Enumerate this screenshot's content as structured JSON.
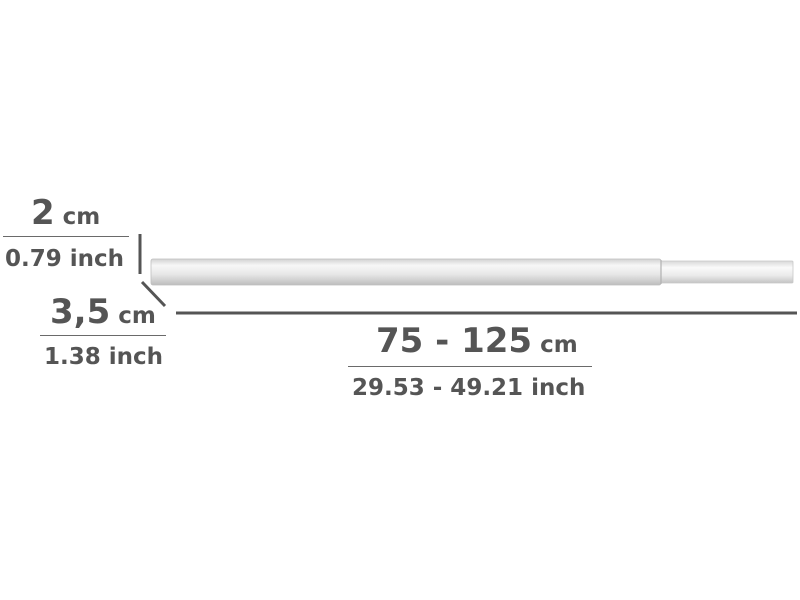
{
  "colors": {
    "background": "#ffffff",
    "text": "#555555",
    "rod_light": "#f4f4f4",
    "rod_mid": "#dcdcdc",
    "rod_edge": "#b8b8b8",
    "dimension_line": "#555555"
  },
  "dimensions": {
    "height": {
      "value": "2",
      "unit": "cm",
      "imperial": "0.79 inch"
    },
    "diameter": {
      "value": "3,5",
      "unit": "cm",
      "imperial": "1.38 inch"
    },
    "length": {
      "value": "75 - 125",
      "unit": "cm",
      "imperial": "29.53 - 49.21 inch"
    }
  }
}
